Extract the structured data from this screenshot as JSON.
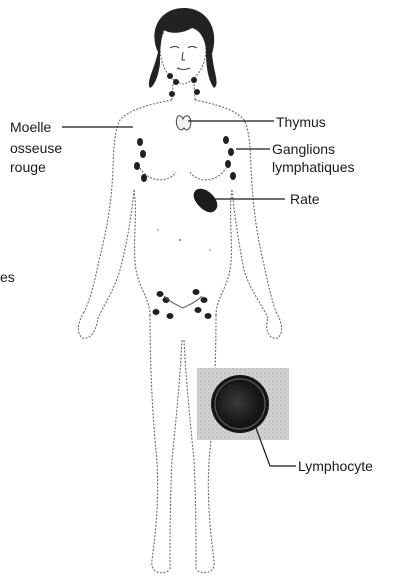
{
  "labels": {
    "bone_marrow_line1": "Moelle",
    "bone_marrow_line2": "osseuse",
    "bone_marrow_line3": "rouge",
    "thymus": "Thymus",
    "lymph_nodes_line1": "Ganglions",
    "lymph_nodes_line2": "lymphatiques",
    "spleen": "Rate",
    "lymphocyte": "Lymphocyte",
    "cropped_fragment": "es"
  },
  "colors": {
    "line": "#1a1a1a",
    "body_outline": "#6a6a6a",
    "hair": "#222222",
    "node": "#202020",
    "spleen": "#1c1c1c",
    "inset_background": "#cfcfcf",
    "cell_outer": "#151515",
    "cell_inner": "#303030"
  }
}
